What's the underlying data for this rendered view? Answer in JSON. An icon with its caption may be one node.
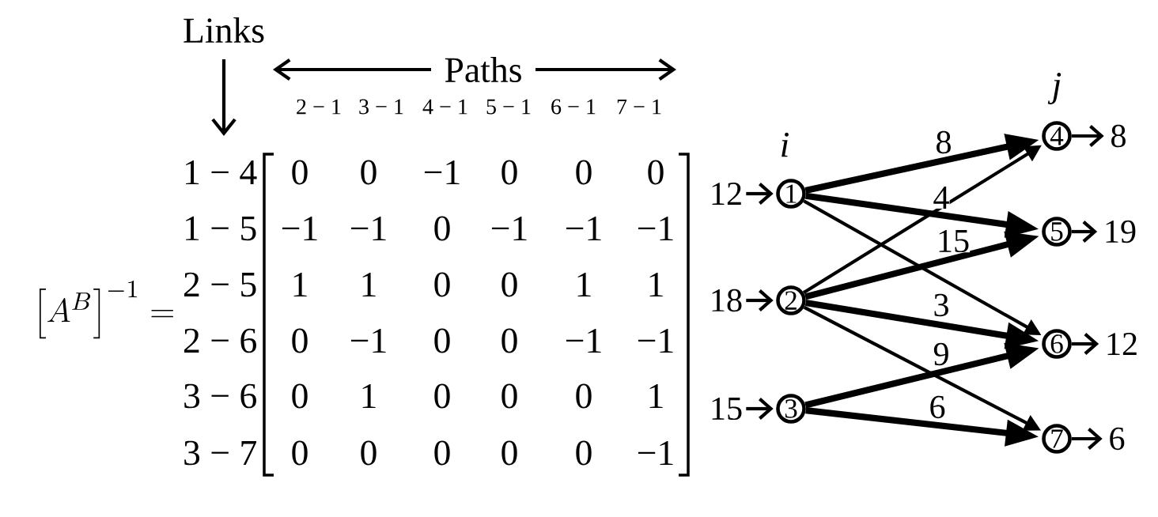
{
  "diagram": {
    "nodes": [
      {
        "text": [
          "12"
        ]
      },
      {
        "text": [
          "1"
        ]
      },
      {
        "text": [
          "18"
        ]
      },
      {
        "text": [
          "2"
        ]
      },
      {
        "text": [
          "15"
        ]
      },
      {
        "text": [
          "3"
        ]
      },
      {
        "text": [
          "4"
        ]
      },
      {
        "text": [
          "8"
        ]
      },
      {
        "text": [
          "5"
        ]
      },
      {
        "text": [
          "19"
        ]
      },
      {
        "text": [
          "6"
        ]
      },
      {
        "text": [
          "12"
        ]
      },
      {
        "text": [
          "7"
        ]
      },
      {
        "text": [
          "6"
        ]
      }
    ],
    "edges": [
      {
        "from": 0,
        "to": 1,
        "arrow": "to"
      },
      {
        "from": 2,
        "to": 3,
        "arrow": "to"
      },
      {
        "from": 4,
        "to": 5,
        "arrow": "to"
      },
      {
        "from": 6,
        "to": 7,
        "arrow": "to"
      },
      {
        "from": 8,
        "to": 9,
        "arrow": "to"
      },
      {
        "from": 10,
        "to": 11,
        "arrow": "to"
      },
      {
        "from": 12,
        "to": 13,
        "arrow": "to"
      },
      {
        "from": 1,
        "to": 6,
        "arrow": "to",
        "style": "thick",
        "label": "8"
      },
      {
        "from": 1,
        "to": 8,
        "arrow": "to",
        "style": "thick",
        "label": "4"
      },
      {
        "from": 1,
        "to": 10,
        "arrow": "to"
      },
      {
        "from": 3,
        "to": 6,
        "arrow": "to"
      },
      {
        "from": 3,
        "to": 8,
        "arrow": "to",
        "style": "thick",
        "label": "15"
      },
      {
        "from": 3,
        "to": 10,
        "arrow": "to",
        "style": "thick",
        "label": "3"
      },
      {
        "from": 3,
        "to": 12,
        "arrow": "to"
      },
      {
        "from": 5,
        "to": 10,
        "arrow": "to",
        "style": "thick",
        "label": "9"
      },
      {
        "from": 5,
        "to": 12,
        "arrow": "to",
        "style": "thick",
        "label": "6"
      }
    ],
    "labels": [
      "Links",
      "Paths",
      "2 − 1",
      "3 − 1",
      "4 − 1",
      "5 − 1",
      "6 − 1",
      "7 − 1",
      "j",
      "i",
      "\\left[A^{B}\\right]^{-1} =",
      "1 − 4",
      "0",
      "0",
      "−1",
      "0",
      "0",
      "0",
      "1 − 5",
      "−1",
      "−1",
      "0",
      "−1",
      "−1",
      "−1",
      "2 − 5",
      "1",
      "1",
      "0",
      "0",
      "1",
      "1",
      "2 − 6",
      "0",
      "−1",
      "0",
      "0",
      "−1",
      "−1",
      "3 − 6",
      "0",
      "1",
      "0",
      "0",
      "0",
      "1",
      "3 − 7",
      "0",
      "0",
      "0",
      "0",
      "0",
      "−1"
    ]
  }
}
